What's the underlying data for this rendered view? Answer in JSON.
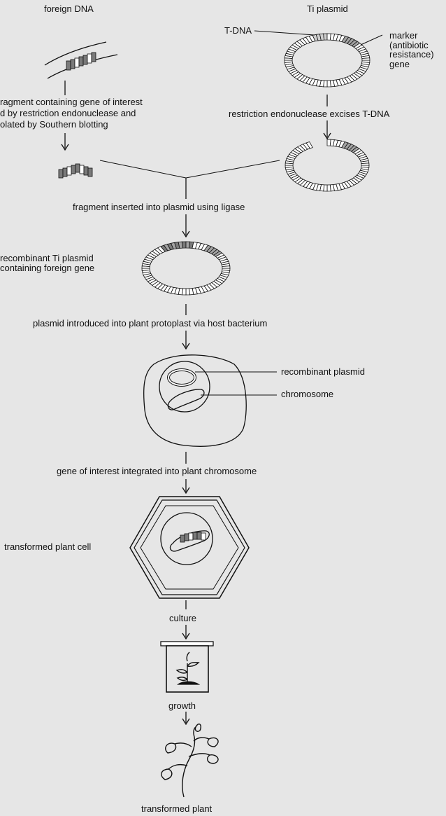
{
  "labels": {
    "foreign_dna": "foreign DNA",
    "ti_plasmid": "Ti plasmid",
    "t_dna": "T-DNA",
    "marker": "marker\n(antibiotic\nresistance)\ngene",
    "fragment": "ragment containing gene of interest\nd by restriction endonuclease and\nolated by Southern blotting",
    "excise": "restriction endonuclease excises T-DNA",
    "ligase": "fragment inserted into plasmid using ligase",
    "recombinant_ti": "recombinant Ti plasmid\ncontaining foreign gene",
    "introduced": "plasmid introduced into plant  protoplast via host bacterium",
    "recombinant_plasmid": "recombinant plasmid",
    "chromosome": "chromosome",
    "integrated": "gene of interest integrated into plant chromosome",
    "transformed_cell": "transformed plant cell",
    "culture": "culture",
    "growth": "growth",
    "transformed_plant": "transformed plant"
  },
  "colors": {
    "background": "#e6e6e6",
    "line": "#111111",
    "gene_dark": "#7a7a7a",
    "marker_grey": "#a3a3a3",
    "tdna_light": "#cfcfcf",
    "fill_white": "#ffffff"
  }
}
